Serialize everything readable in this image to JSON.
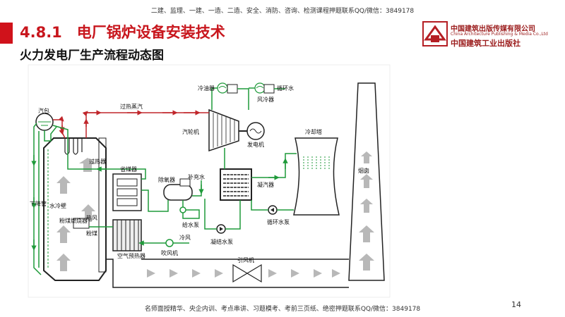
{
  "header": {
    "top_banner": "二建、监理、一建、一造、二造、安全、消防、咨询、检测课程押题联系QQ/微信：3849178",
    "section_title": "4.8.1　电厂锅炉设备安装技术",
    "subtitle": "火力发电厂生产流程动态图",
    "publisher_cn": "中国建筑出版传媒有限公司",
    "publisher_en": "China Architecture Publishing & Media Co.,Ltd",
    "publisher_calligraphy": "中国建筑工业出版社"
  },
  "diagram": {
    "labels": {
      "drum": "汽包",
      "superheated_steam": "过热蒸汽",
      "superheater": "过热器",
      "economizer": "省煤器",
      "deaerator": "除氧器",
      "makeup_water": "补充水",
      "turbine": "汽轮机",
      "generator": "发电机",
      "oil_cooler": "冷油器",
      "air_cooler": "风冷器",
      "circ_water": "循环水",
      "cooling_tower": "冷却塔",
      "chimney": "烟囱",
      "condenser": "凝汽器",
      "circ_pump": "循环水泵",
      "cond_pump": "凝结水泵",
      "feed_pump": "给水泵",
      "downcomer": "下降管",
      "water_wall": "水冷壁",
      "coal_burner": "粉煤燃烧器",
      "hot_air": "热风",
      "pulverized_coal": "粉煤",
      "air_preheater": "空气预热器",
      "cold_air": "冷风",
      "blower": "吹风机",
      "induced_fan": "引风机"
    },
    "colors": {
      "water": "#1f9a3a",
      "steam": "#c0262b",
      "flue_gas": "#b8b8b8",
      "equipment": "#222222"
    }
  },
  "footer": {
    "bottom_banner": "名师面授精华、央企内训、考点串讲、习题模考、考前三页纸、绝密押题联系QQ/微信：3849178",
    "page_number": "14"
  }
}
